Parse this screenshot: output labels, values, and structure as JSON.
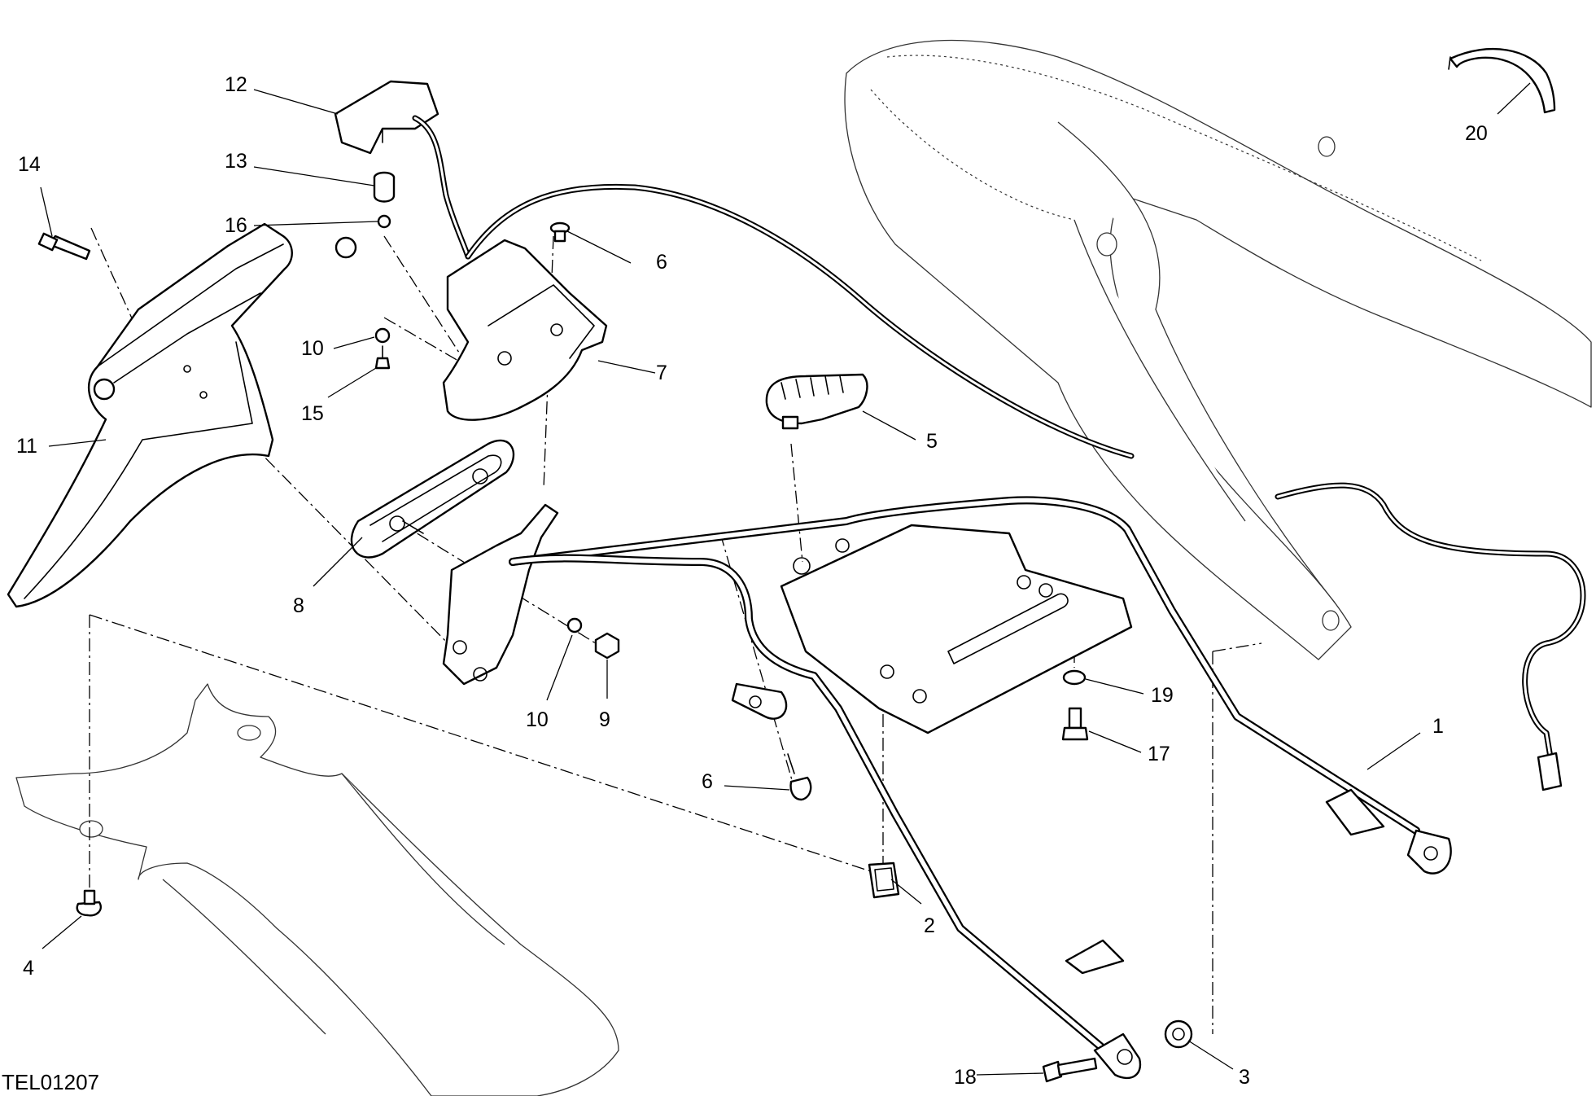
{
  "drawing_ref": "TEL01207",
  "callouts": [
    "1",
    "2",
    "3",
    "4",
    "5",
    "6",
    "6",
    "7",
    "8",
    "9",
    "10",
    "10",
    "11",
    "12",
    "13",
    "14",
    "15",
    "16",
    "17",
    "18",
    "19",
    "20"
  ]
}
